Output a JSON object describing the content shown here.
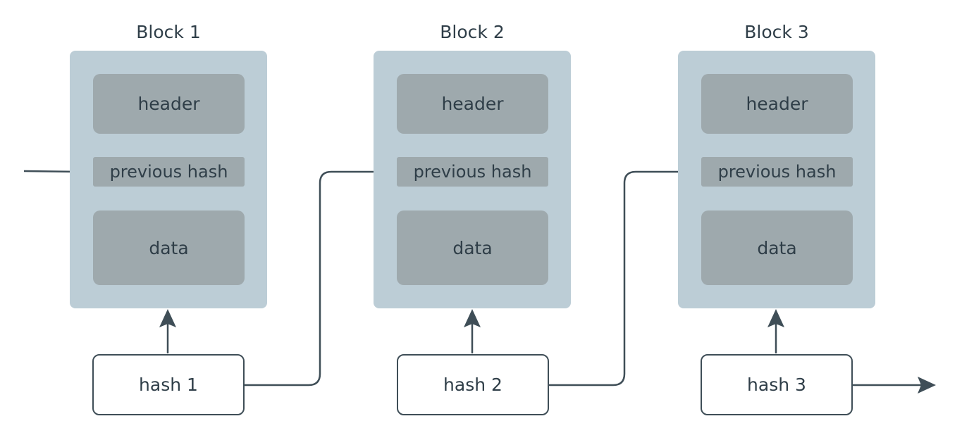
{
  "blocks": [
    {
      "title": "Block 1",
      "header": "header",
      "previous_hash": "previous hash",
      "data": "data",
      "hash": "hash 1"
    },
    {
      "title": "Block 2",
      "header": "header",
      "previous_hash": "previous hash",
      "data": "data",
      "hash": "hash 2"
    },
    {
      "title": "Block 3",
      "header": "header",
      "previous_hash": "previous hash",
      "data": "data",
      "hash": "hash 3"
    }
  ],
  "colors": {
    "block_fill": "#bccdd6",
    "section_fill": "#9ea9ad",
    "stroke": "#3f4e57",
    "text": "#2f3e48"
  }
}
